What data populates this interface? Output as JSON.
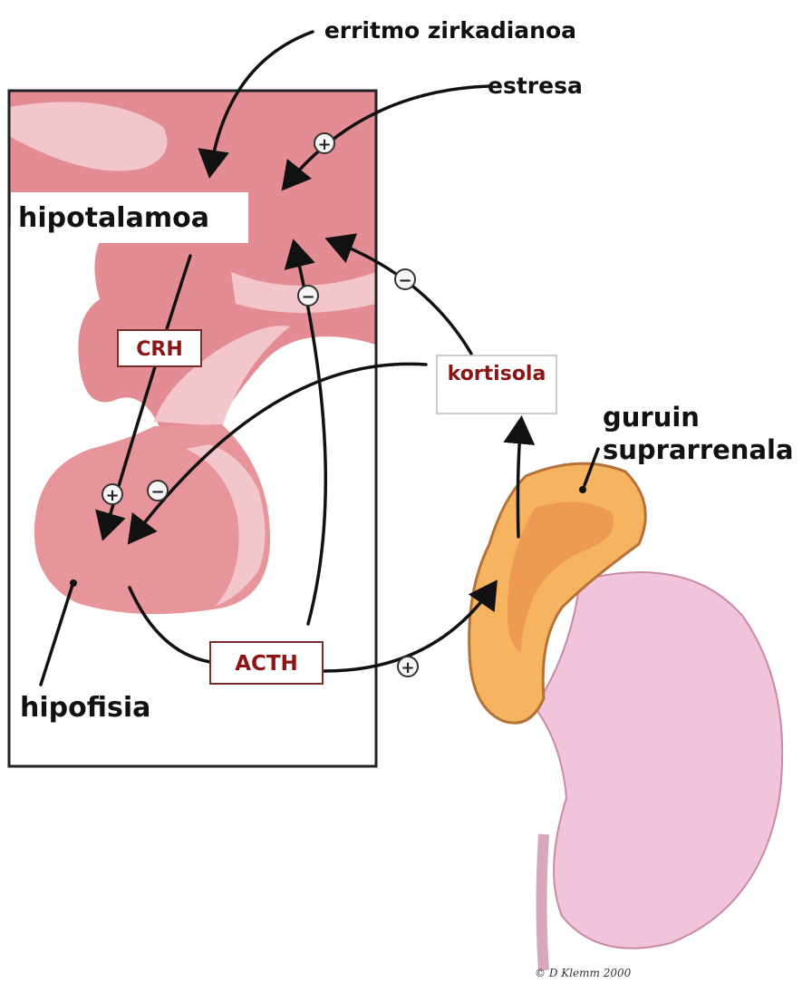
{
  "labels": {
    "circadian": "erritmo zirkadianoa",
    "stress": "estresa",
    "hypothalamus": "hipotalamoa",
    "crh": "CRH",
    "cortisol": "kortisola",
    "adrenal_line1": "guruin",
    "adrenal_line2": "suprarrenala",
    "acth": "ACTH",
    "pituitary": "hipofisia"
  },
  "signs": {
    "stress_plus": "+",
    "cortisol_minus_hypothalamus": "−",
    "acth_minus_hypothalamus": "−",
    "crh_plus": "+",
    "cortisol_minus_pituitary": "−",
    "acth_plus_adrenal": "+"
  },
  "signature": "© D Klemm 2000",
  "colors": {
    "tissue_pink": "#e48c93",
    "tissue_light": "#f3c6cb",
    "frame": "#222222",
    "kidney": "#f2c4dc",
    "adrenal_outer": "#f6b461",
    "adrenal_inner": "#ee9a55",
    "cortisol_text": "#8b1414"
  }
}
